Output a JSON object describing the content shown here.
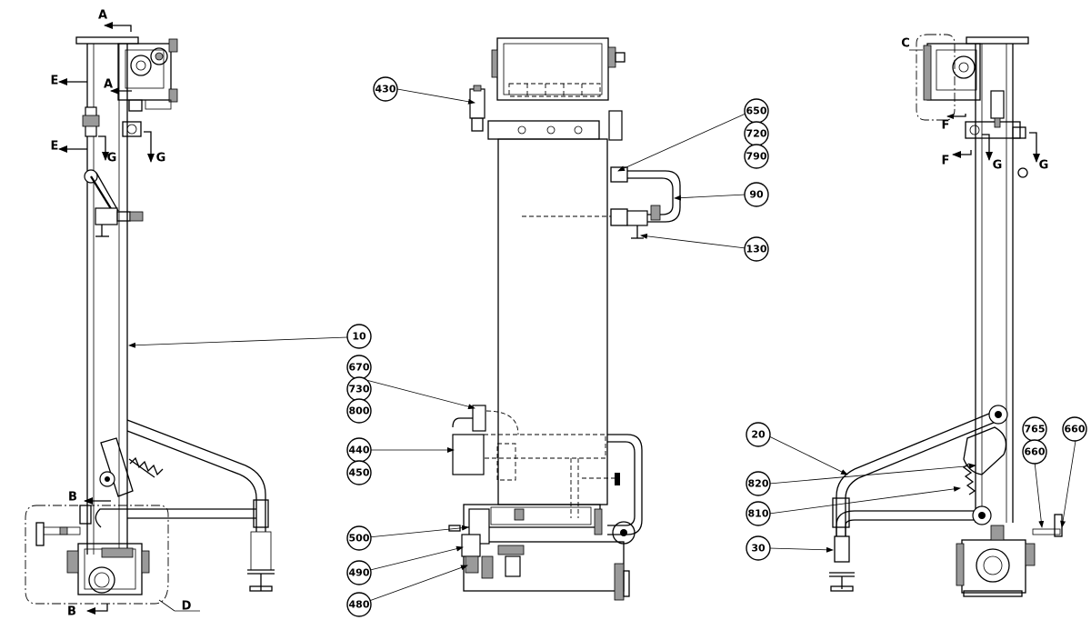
{
  "balloons": [
    {
      "id": "b430",
      "text": "430"
    },
    {
      "id": "b650",
      "text": "650"
    },
    {
      "id": "b720",
      "text": "720"
    },
    {
      "id": "b790",
      "text": "790"
    },
    {
      "id": "b90",
      "text": "90"
    },
    {
      "id": "b130",
      "text": "130"
    },
    {
      "id": "b10",
      "text": "10"
    },
    {
      "id": "b670",
      "text": "670"
    },
    {
      "id": "b730",
      "text": "730"
    },
    {
      "id": "b800",
      "text": "800"
    },
    {
      "id": "b440",
      "text": "440"
    },
    {
      "id": "b450",
      "text": "450"
    },
    {
      "id": "b500",
      "text": "500"
    },
    {
      "id": "b490",
      "text": "490"
    },
    {
      "id": "b480",
      "text": "480"
    },
    {
      "id": "b20",
      "text": "20"
    },
    {
      "id": "b820",
      "text": "820"
    },
    {
      "id": "b810",
      "text": "810"
    },
    {
      "id": "b30",
      "text": "30"
    },
    {
      "id": "b765",
      "text": "765"
    },
    {
      "id": "b660a",
      "text": "660"
    },
    {
      "id": "b660b",
      "text": "660"
    }
  ],
  "section_labels": [
    {
      "id": "A1",
      "text": "A"
    },
    {
      "id": "A2",
      "text": "A"
    },
    {
      "id": "E1",
      "text": "E"
    },
    {
      "id": "E2",
      "text": "E"
    },
    {
      "id": "G1",
      "text": "G"
    },
    {
      "id": "G2",
      "text": "G"
    },
    {
      "id": "B1",
      "text": "B"
    },
    {
      "id": "B2",
      "text": "B"
    },
    {
      "id": "D",
      "text": "D"
    },
    {
      "id": "C",
      "text": "C"
    },
    {
      "id": "F1",
      "text": "F"
    },
    {
      "id": "F2",
      "text": "F"
    },
    {
      "id": "G3",
      "text": "G"
    },
    {
      "id": "G4",
      "text": "G"
    }
  ]
}
